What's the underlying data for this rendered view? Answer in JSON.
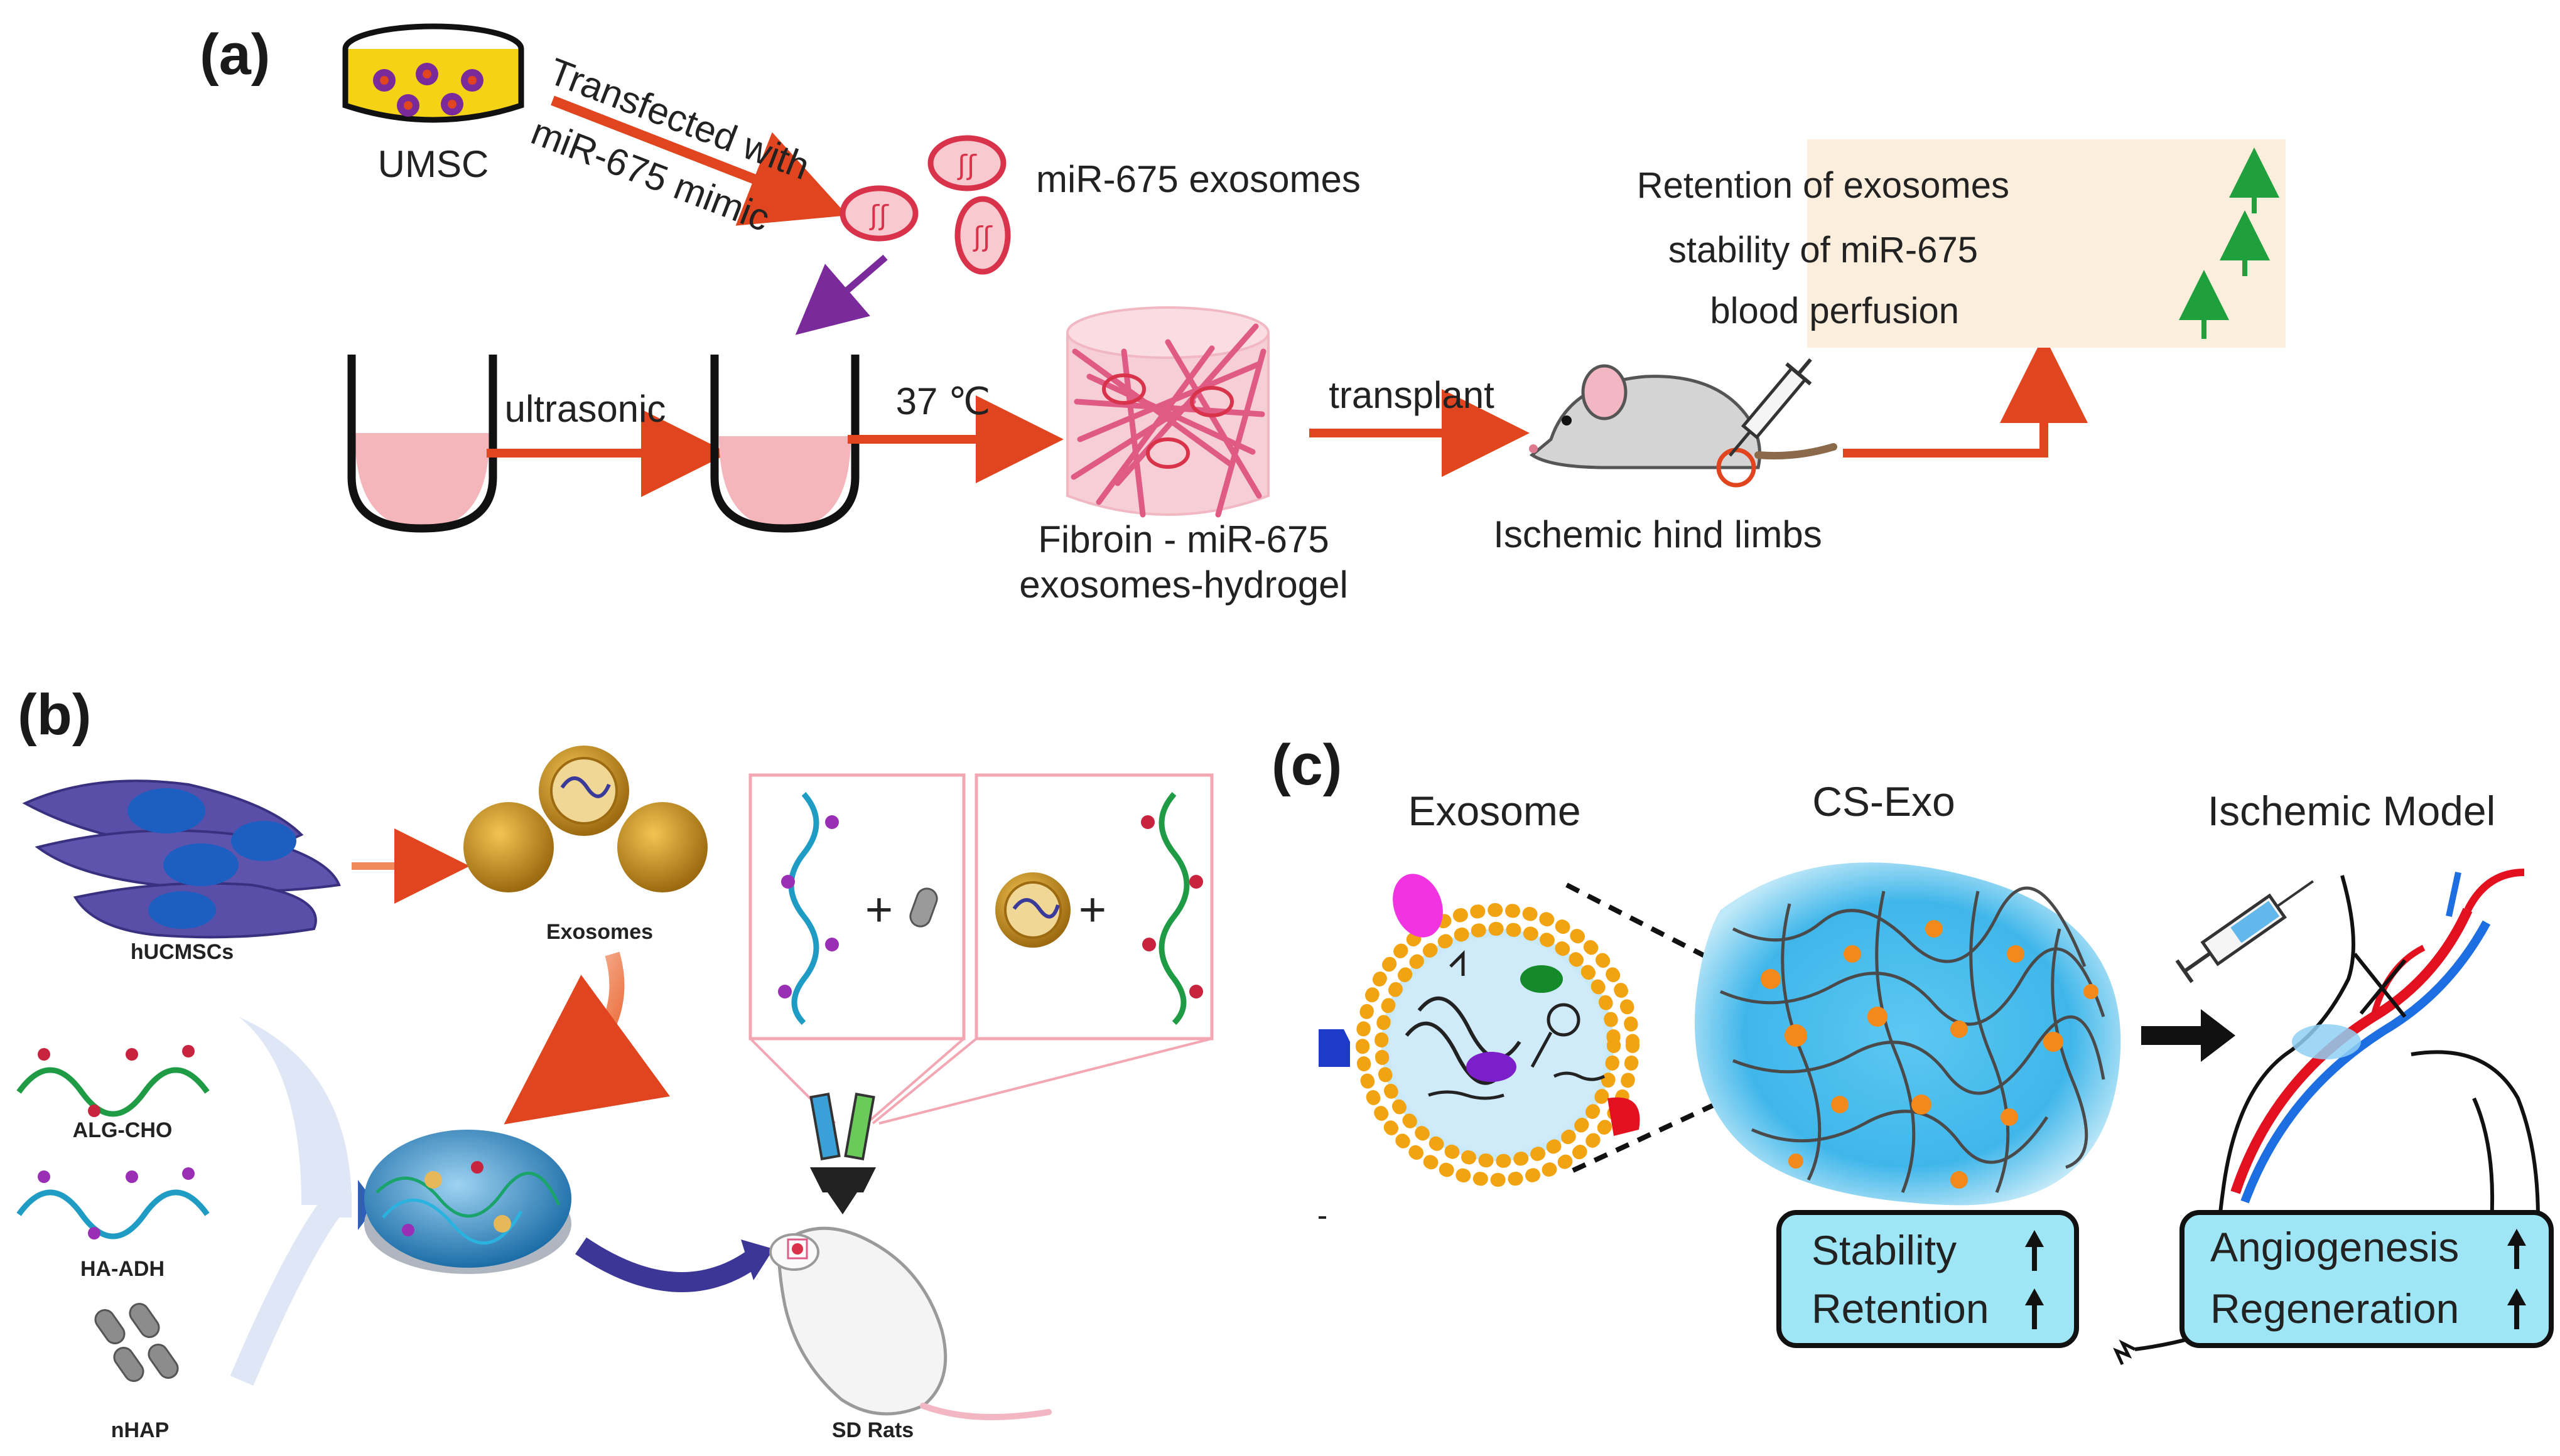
{
  "panels": {
    "a": {
      "tag": "(a)",
      "umsc": "UMSC",
      "transfect_line1": "Transfected with",
      "transfect_line2": "miR-675 mimic",
      "exosomes": "miR-675 exosomes",
      "step_ultrasonic": "ultrasonic",
      "step_temp": "37 ℃",
      "step_transplant": "transplant",
      "hydrogel_line1": "Fibroin - miR-675",
      "hydrogel_line2": "exosomes-hydrogel",
      "mouse_label": "Ischemic hind limbs",
      "outcomes": [
        "Retention of exosomes",
        "stability of  miR-675",
        "blood perfusion"
      ]
    },
    "b": {
      "tag": "(b)",
      "cells": "hUCMSCs",
      "exosomes": "Exosomes",
      "alg": "ALG-CHO",
      "ha": "HA-ADH",
      "nhap": "nHAP",
      "rats": "SD Rats",
      "plus": "+"
    },
    "c": {
      "tag": "(c)",
      "exosome": "Exosome",
      "csexo": "CS-Exo",
      "model": "Ischemic Model",
      "box1": [
        "Stability",
        "Retention"
      ],
      "box2": [
        "Angiogenesis",
        "Regeneration"
      ]
    }
  },
  "colors": {
    "arrow_red": "#e0451f",
    "box_cyan": "#9ee6f5",
    "outcome_bg": "#fbeedd",
    "up_green": "#1fa03c",
    "hydrogel_pink": "#e05a86"
  }
}
